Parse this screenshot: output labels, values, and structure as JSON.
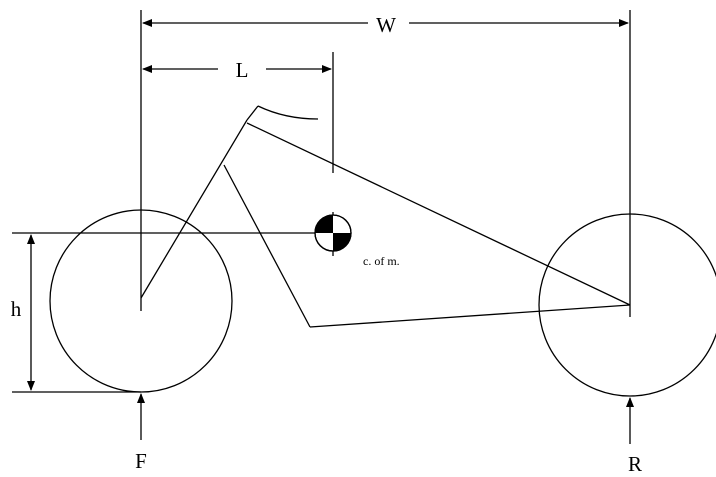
{
  "labels": {
    "wheelbase": "W",
    "cg_longitudinal": "L",
    "cg_height": "h",
    "front_reaction": "F",
    "rear_reaction": "R",
    "center_of_mass": "c. of m."
  },
  "colors": {
    "ink": "#000000",
    "background": "#ffffff"
  }
}
